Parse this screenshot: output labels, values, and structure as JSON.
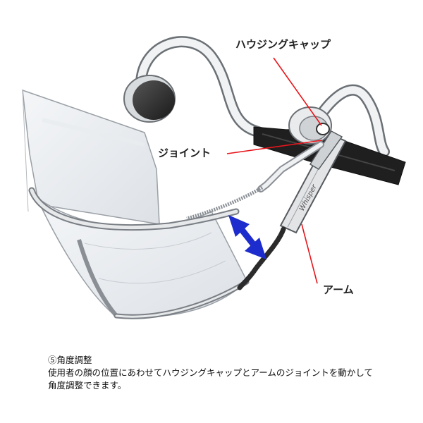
{
  "labels": {
    "housing_cap": "ハウジングキャップ",
    "joint": "ジョイント",
    "arm": "アーム"
  },
  "arm_text": "Whisper",
  "caption": {
    "heading": "⑤角度調整",
    "line1": "使用者の顔の位置にあわせてハウジングキャップとアームのジョイントを動かして",
    "line2": "角度調整できます。"
  },
  "colors": {
    "callout_line": "#e8151b",
    "arrow": "#1d2ccc",
    "earpad": "#2b2b2b",
    "band": "#1f1f1f"
  }
}
